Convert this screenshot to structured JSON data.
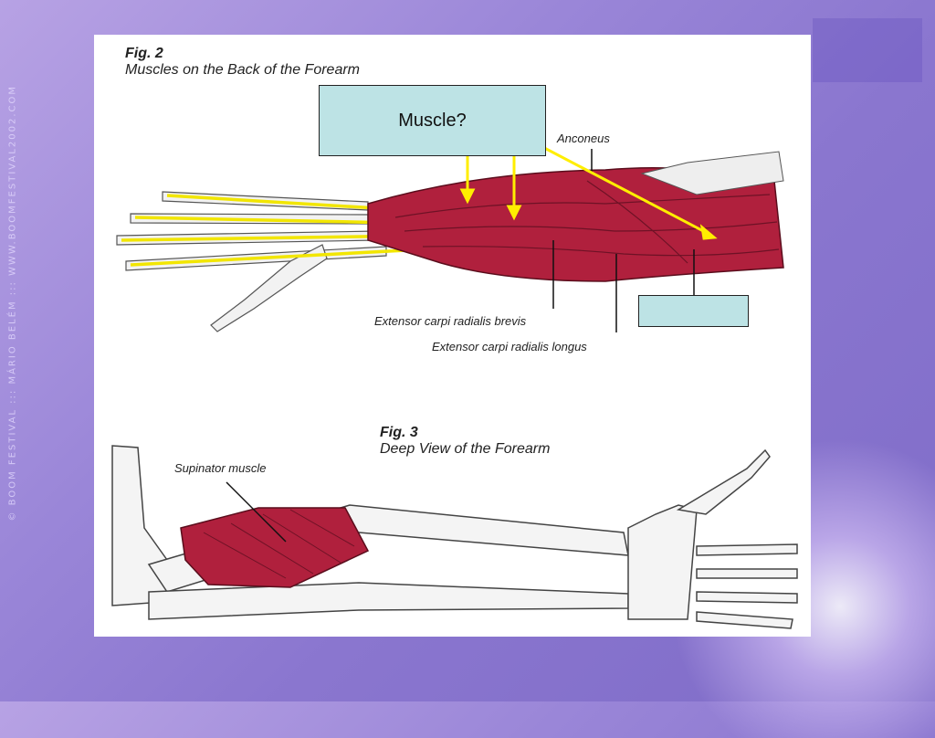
{
  "watermark": "© BOOM FESTIVAL ::: MÁRIO BELÉM ::: WWW.BOOMFESTIVAL2002.COM",
  "fig2": {
    "number": "Fig. 2",
    "caption": "Muscles on the Back of the Forearm",
    "labels": {
      "anconeus": "Anconeus",
      "ecrb": "Extensor carpi radialis brevis",
      "ecrl": "Extensor carpi radialis longus"
    }
  },
  "fig3": {
    "number": "Fig. 3",
    "caption": "Deep View of the Forearm",
    "labels": {
      "supinator": "Supinator muscle"
    }
  },
  "question_box": {
    "text": "Muscle?",
    "color": "#bde3e5"
  },
  "answer_box": {
    "text": "",
    "color": "#bde3e5"
  },
  "colors": {
    "muscle": "#b0203d",
    "arrow": "#ffee00",
    "bone": "#f4f4f4"
  }
}
